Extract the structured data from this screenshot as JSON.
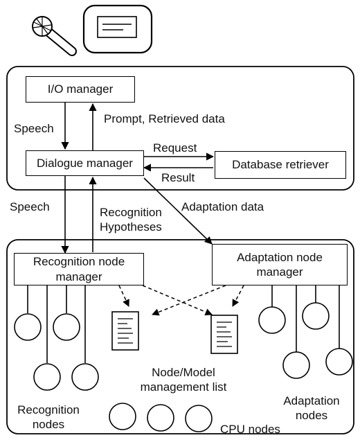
{
  "boxes": {
    "io_manager": "I/O manager",
    "dialogue_manager": "Dialogue manager",
    "database_retriever": "Database retriever",
    "recognition_node_manager_l1": "Recognition node",
    "recognition_node_manager_l2": "manager",
    "adaptation_node_manager_l1": "Adaptation node",
    "adaptation_node_manager_l2": "manager"
  },
  "labels": {
    "speech_upper": "Speech",
    "prompt_retrieved": "Prompt, Retrieved data",
    "request": "Request",
    "result": "Result",
    "speech_lower": "Speech",
    "recognition_hypotheses_l1": "Recognition",
    "recognition_hypotheses_l2": "Hypotheses",
    "adaptation_data": "Adaptation data",
    "node_model_list_l1": "Node/Model",
    "node_model_list_l2": "management list",
    "recognition_nodes_l1": "Recognition",
    "recognition_nodes_l2": "nodes",
    "adaptation_nodes_l1": "Adaptation",
    "adaptation_nodes_l2": "nodes",
    "cpu_nodes": "CPU nodes"
  },
  "colors": {
    "line": "#000000",
    "background": "#ffffff"
  }
}
